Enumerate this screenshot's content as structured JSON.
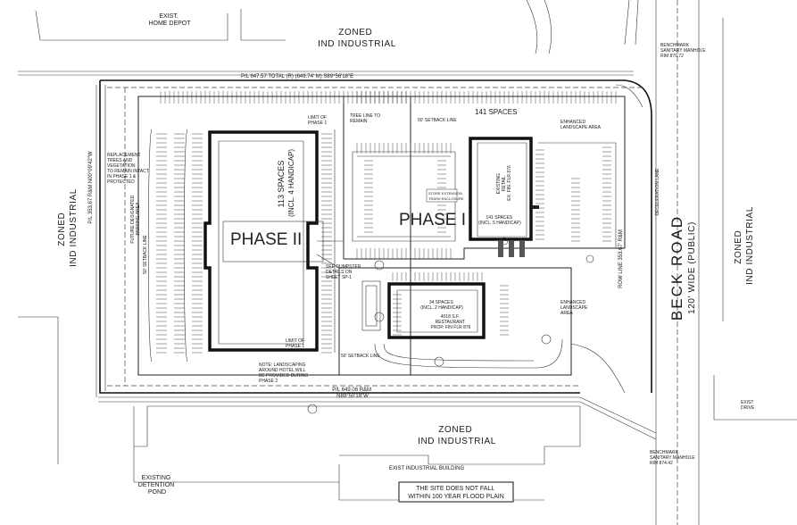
{
  "labels": {
    "exist_home_depot": [
      "EXIST.",
      "HOME DEPOT"
    ],
    "zoned_top": [
      "ZONED",
      "IND INDUSTRIAL"
    ],
    "zoned_left": [
      "ZONED",
      "IND INDUSTRIAL"
    ],
    "zoned_right": [
      "ZONED",
      "IND INDUSTRIAL"
    ],
    "zoned_bottom": [
      "ZONED",
      "IND INDUSTRIAL"
    ],
    "beck_road": "BECK ROAD",
    "beck_road_width": "120' WIDE (PUBLIC)",
    "phase_two": "PHASE II",
    "phase_one": "PHASE I",
    "phase_two_spaces": [
      "113 SPACES",
      "(INCL. 4 HANDICAP)"
    ],
    "phase_one_top_spaces": "141 SPACES",
    "existing_retail": [
      "EXISTING",
      "RETAIL",
      "EX. FIN. FLR 876"
    ],
    "retail_spaces": [
      "141 SPACES",
      "(INCL. 5 HANDICAP)"
    ],
    "restaurant_spaces": [
      "34 SPACES",
      "(INCL. 2 HANDICAP)"
    ],
    "restaurant": [
      "4018 S.F.",
      "RESTAURANT",
      "PROP. FIN FLR 876"
    ],
    "north_line": "P/L 647.57 TOTAL (R) (649.74' M) S89°56'18\"E",
    "south_line": [
      "P/L 649.06 R&M",
      "N89°50'18\"W"
    ],
    "west_line": "P/L 353.67 R&M N00°09'42\"W",
    "east_line": "ROW LINE 353.67' R&M",
    "existing_pond": [
      "EXISTING",
      "DETENTION",
      "POND"
    ],
    "exist_industrial": "EXIST INDUSTRIAL BUILDING",
    "flood_note": [
      "THE SITE DOES NOT FALL",
      "WITHIN 100 YEAR FLOOD PLAIN"
    ],
    "benchmark_top": [
      "BENCHMARK",
      "SANITARY MANHOLE",
      "RIM 870.72"
    ],
    "benchmark_bottom": [
      "BENCHMARK",
      "SANITARY MANHOLE",
      "RIM 874.42"
    ],
    "exist_drive": [
      "EXIST",
      "DRIVE"
    ],
    "landscape_note": [
      "NOTE: LANDSCAPING",
      "AROUND HOTEL WILL",
      "BE PROVIDED DURING",
      "PHASE 2"
    ],
    "limit_phase_one_a": [
      "LIMIT OF",
      "PHASE 1"
    ],
    "limit_phase_one_b": [
      "LIMIT OF",
      "PHASE 1"
    ],
    "tree_line": [
      "TREE LINE TO",
      "REMAIN"
    ],
    "setback_top": "50' SETBACK LINE",
    "setback_west": "50' SETBACK LINE",
    "setback_south": "50' SETBACK LINE",
    "deceleration": "DECELERATION LANE",
    "enhanced_landscape_top": [
      "ENHANCED",
      "LANDSCAPE AREA"
    ],
    "enhanced_landscape_bottom": [
      "ENHANCED",
      "LANDSCAPE",
      "AREA"
    ],
    "replacement_trees": [
      "REPLACEMENT",
      "TREES AND",
      "VEGETATION",
      "TO REMAIN INTACT",
      "IN PHASE 1 &",
      "PROTECTED"
    ],
    "future_parking": [
      "FUTURE DESIGNATED",
      "PARKING AREA"
    ],
    "dumpster": [
      "SEE DUMPSTER",
      "DETAILS ON",
      "SHEET SP-1"
    ],
    "store_area": [
      "STORE EXTENSION",
      "TRASH ENCLOSURE"
    ]
  },
  "colors": {
    "ink": "#222222",
    "paper": "#ffffff"
  }
}
